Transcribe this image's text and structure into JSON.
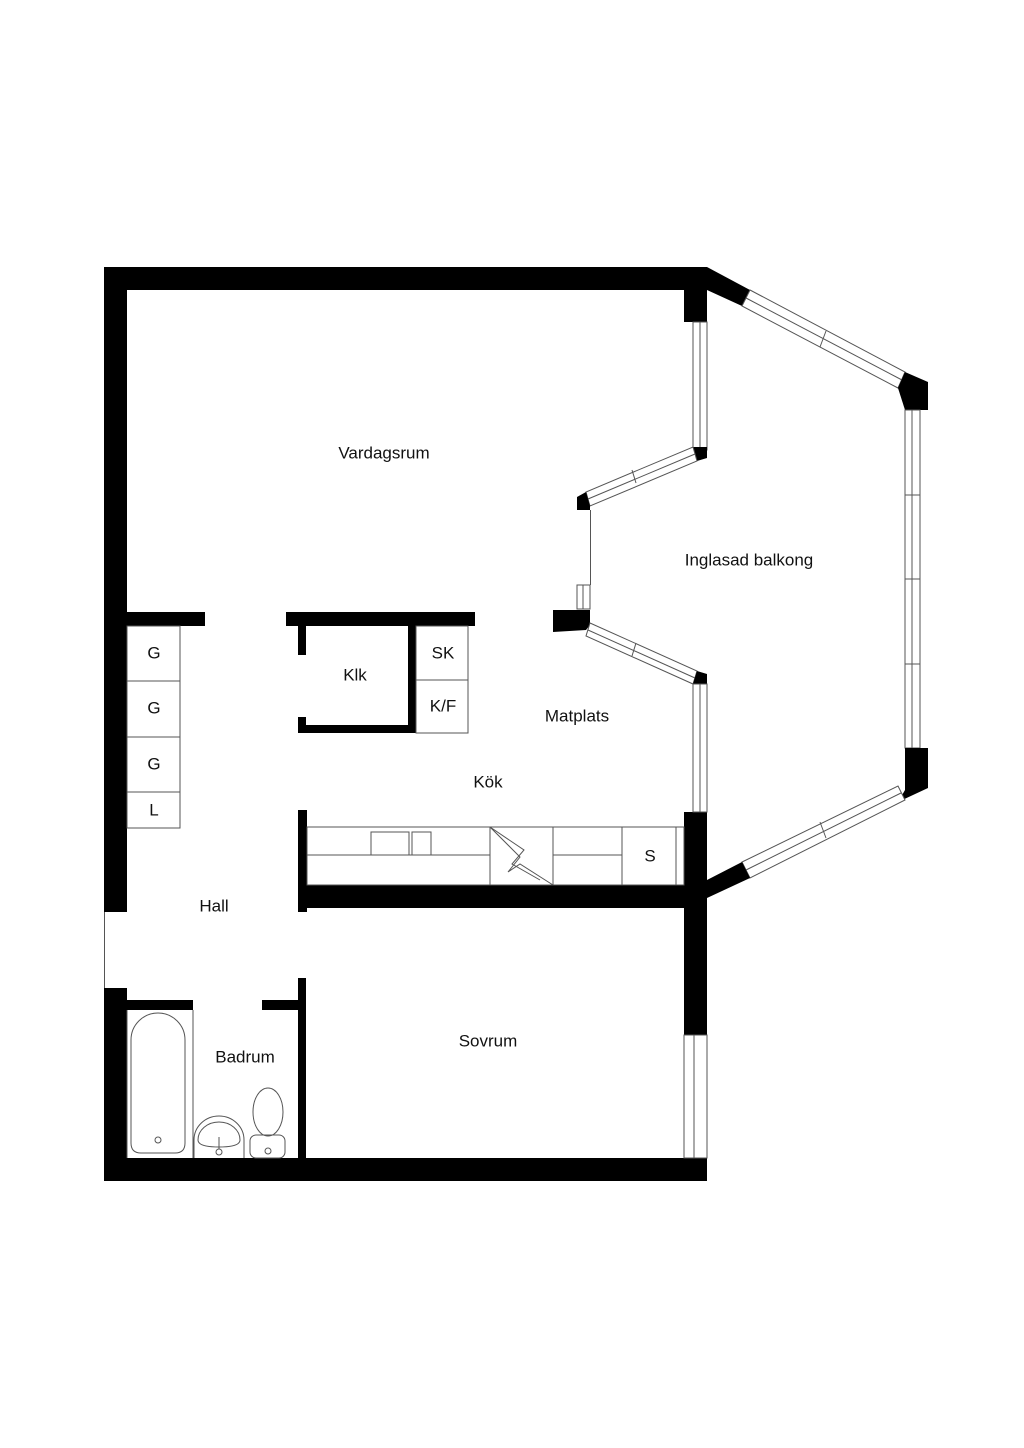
{
  "rooms": {
    "vardagsrum": "Vardagsrum",
    "balkong": "Inglasad balkong",
    "klk": "Klk",
    "matplats": "Matplats",
    "kok": "Kök",
    "hall": "Hall",
    "badrum": "Badrum",
    "sovrum": "Sovrum"
  },
  "fixtures": {
    "closets": [
      "G",
      "G",
      "G",
      "L"
    ],
    "sk": "SK",
    "kf": "K/F",
    "stove": "S"
  },
  "colors": {
    "wall": "#000000",
    "line": "#555555",
    "background": "#ffffff"
  }
}
